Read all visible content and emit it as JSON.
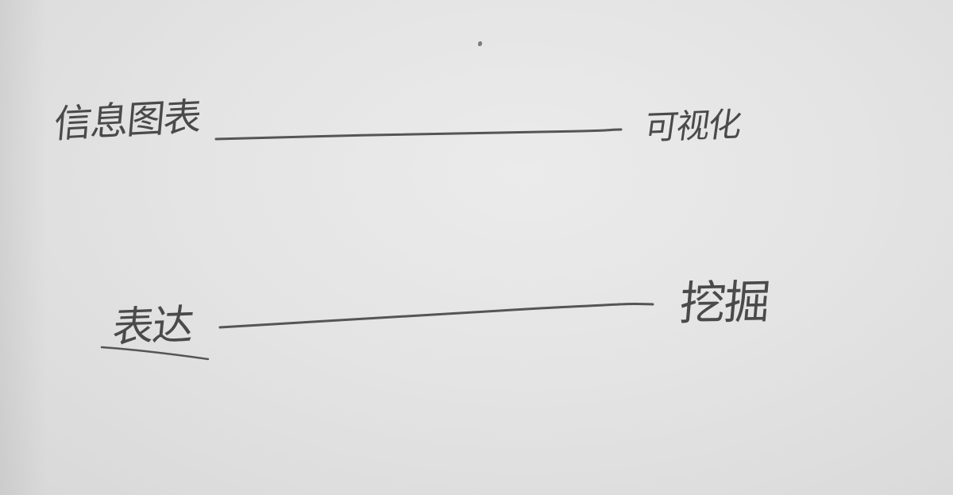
{
  "words": {
    "left_top": "信息图表",
    "right_top": "可视化",
    "left_bottom": "表达",
    "right_bottom": "挖掘"
  },
  "colors": {
    "paper": "#e6e6e6",
    "ink": "#4a4a4a"
  }
}
